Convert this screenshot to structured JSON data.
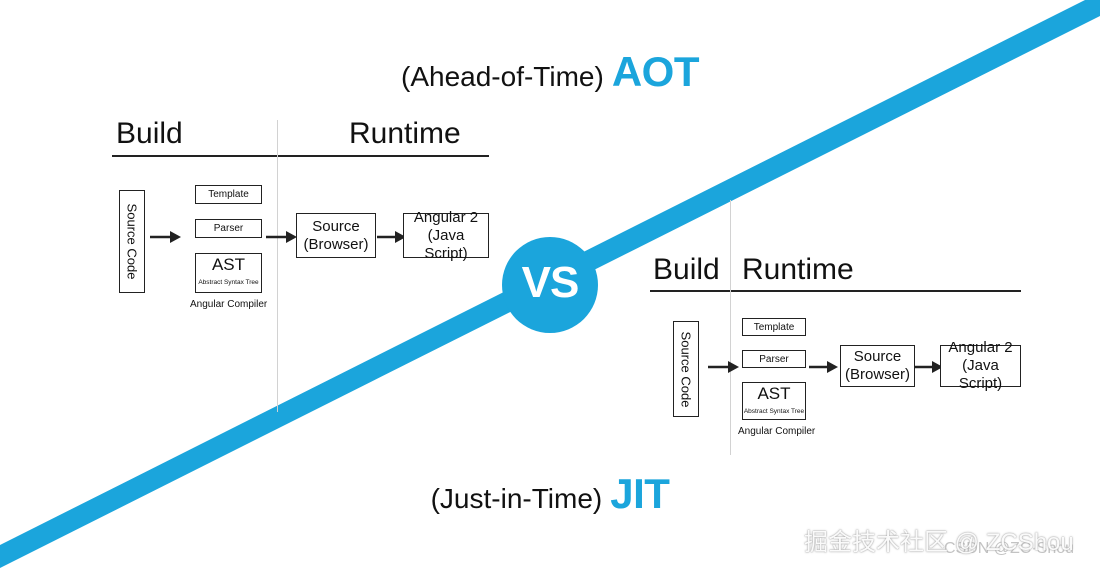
{
  "colors": {
    "accent": "#1ba5dc",
    "line": "#222222"
  },
  "aot": {
    "subtitle": "(Ahead-of-Time)",
    "title": "AOT",
    "build_header": "Build",
    "runtime_header": "Runtime",
    "source_code": "Source Code",
    "template": "Template",
    "parser": "Parser",
    "ast": "AST",
    "ast_full": "Abstract Syntax Tree",
    "compiler_caption": "Angular Compiler",
    "browser_source": [
      "Source",
      "(Browser)"
    ],
    "angular": [
      "Angular 2",
      "(Java Script)"
    ]
  },
  "jit": {
    "subtitle": "(Just-in-Time)",
    "title": "JIT",
    "build_header": "Build",
    "runtime_header": "Runtime",
    "source_code": "Source Code",
    "template": "Template",
    "parser": "Parser",
    "ast": "AST",
    "ast_full": "Abstract Syntax Tree",
    "compiler_caption": "Angular Compiler",
    "browser_source": [
      "Source",
      "(Browser)"
    ],
    "angular": [
      "Angular 2",
      "(Java Script)"
    ]
  },
  "vs": "VS",
  "watermark": "掘金技术社区 @ ZCShou",
  "watermark2": "CSDN @ZC·Shou"
}
